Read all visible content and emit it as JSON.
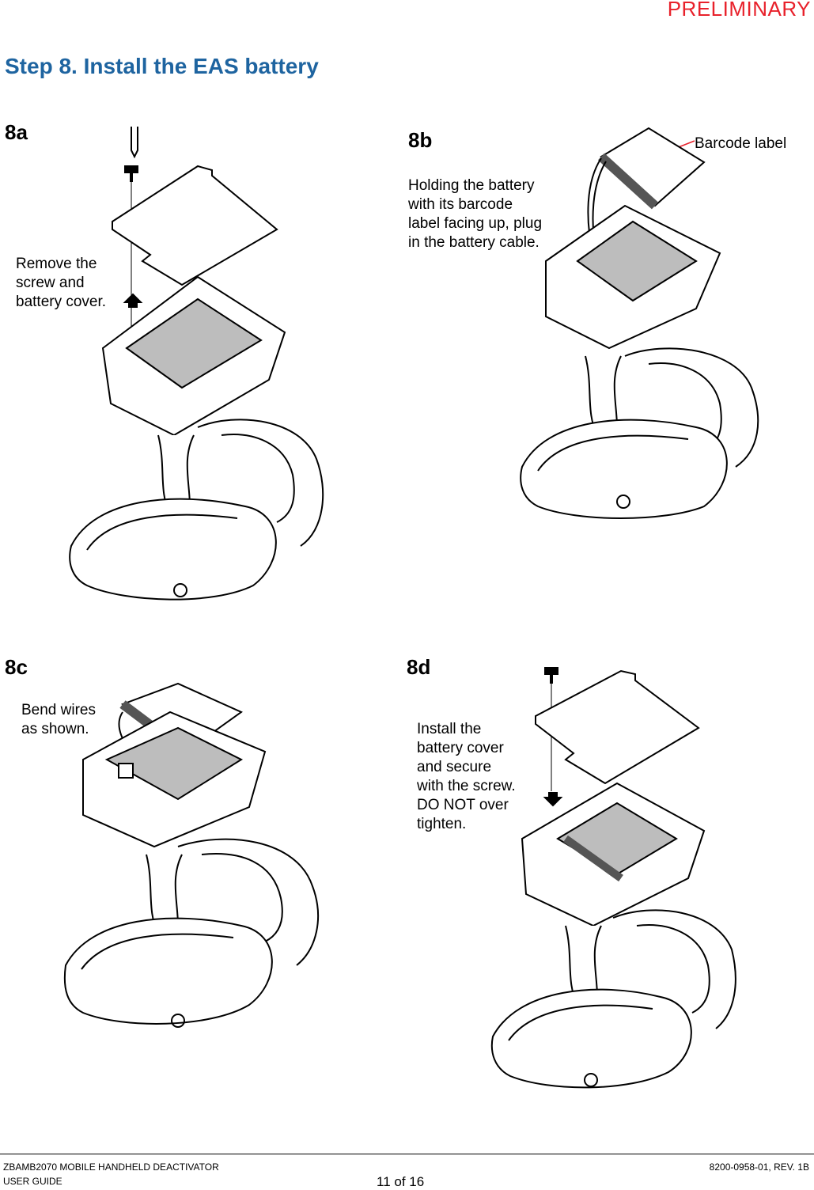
{
  "header": {
    "watermark": "PRELIMINARY",
    "watermark_color": "#e8212b"
  },
  "title": "Step 8. Install the EAS battery",
  "title_color": "#1e64a0",
  "steps": [
    {
      "id": "8a",
      "note": "Remove the\nscrew and\nbattery cover."
    },
    {
      "id": "8b",
      "note": "Holding the battery\nwith its barcode\nlabel facing up, plug\nin the battery cable.",
      "callout": "Barcode label"
    },
    {
      "id": "8c",
      "note": "Bend wires\nas shown."
    },
    {
      "id": "8d",
      "note": "Install the\nbattery cover\nand secure\nwith the screw.\nDO NOT over\ntighten."
    }
  ],
  "footer": {
    "product": "ZBAMB2070 MOBILE HANDHELD DEACTIVATOR",
    "guide": "USER GUIDE",
    "page": "11 of 16",
    "doc_number": "8200-0958-01, REV. 1B"
  }
}
